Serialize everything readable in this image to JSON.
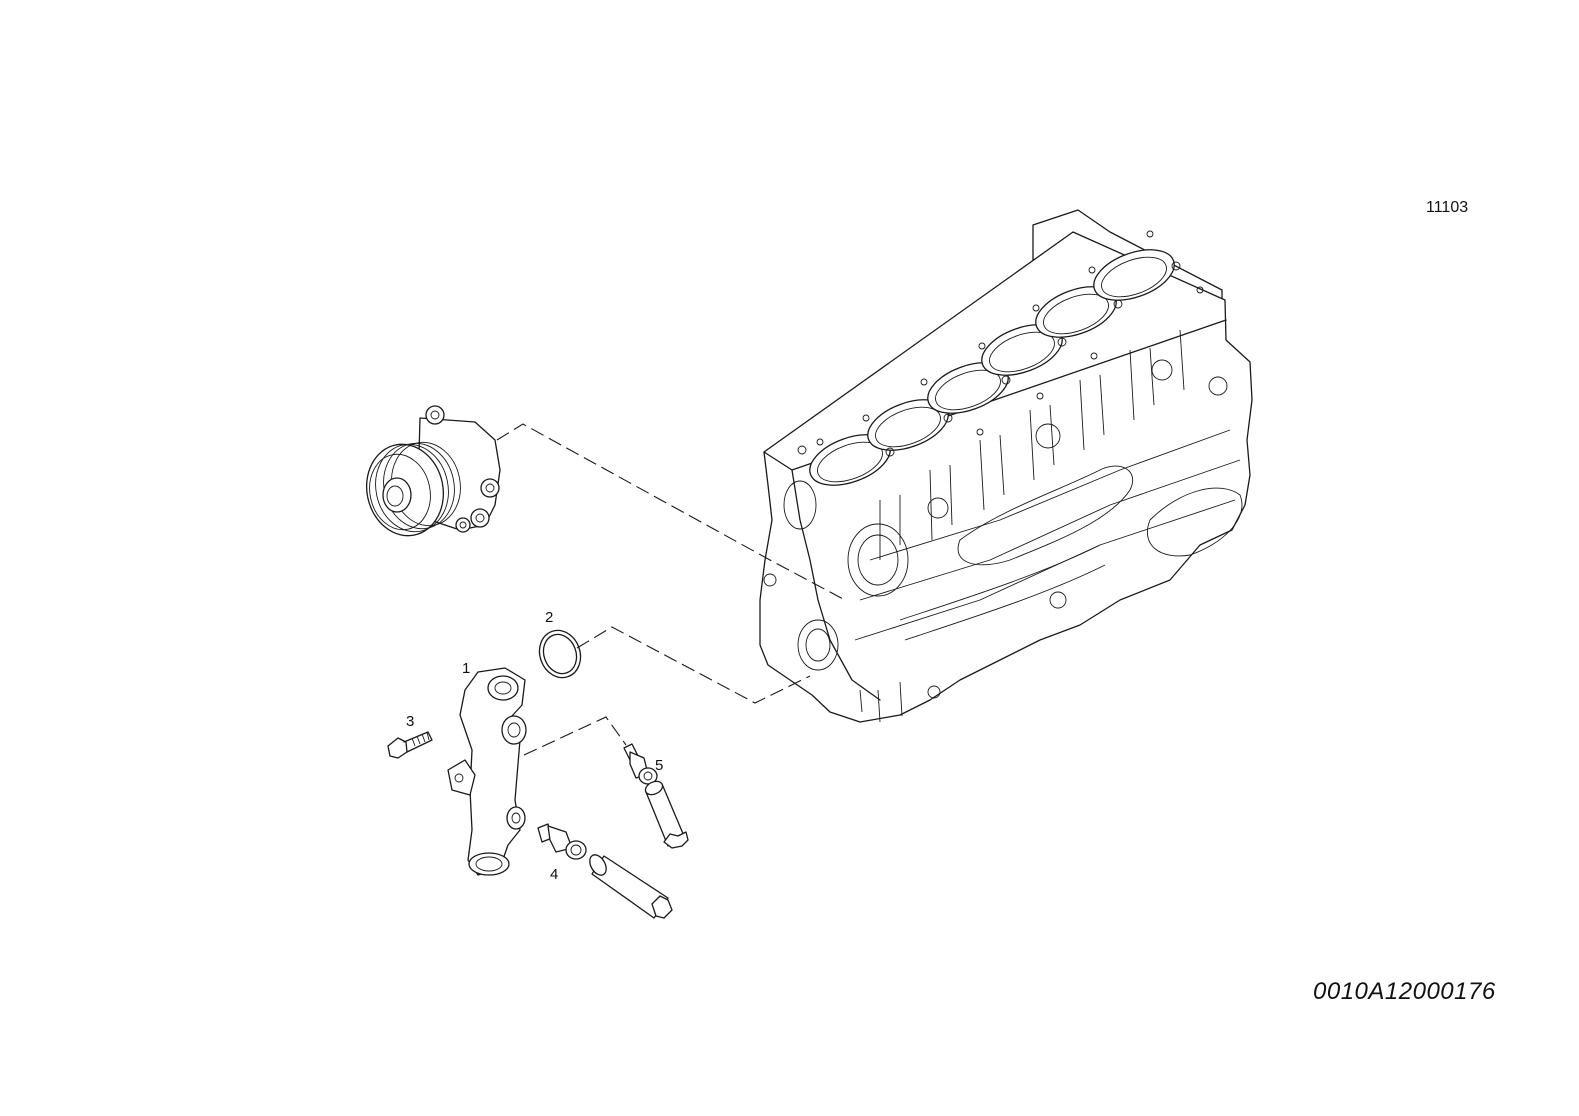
{
  "group_code": "11103",
  "drawing_id": "0010A12000176",
  "callouts": [
    {
      "label": "1",
      "part": "coolant outlet elbow"
    },
    {
      "label": "2",
      "part": "o-ring"
    },
    {
      "label": "3",
      "part": "flange bolt"
    },
    {
      "label": "4",
      "part": "temperature sender"
    },
    {
      "label": "5",
      "part": "temperature sensor"
    }
  ]
}
